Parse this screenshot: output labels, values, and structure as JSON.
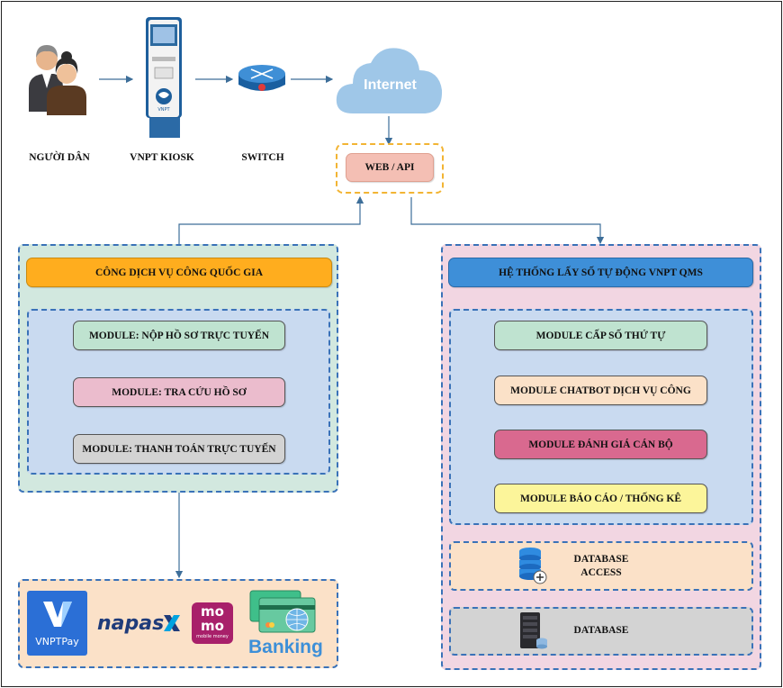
{
  "top_row": {
    "citizen_label": "NGƯỜI DÂN",
    "kiosk_label": "VNPT KIOSK",
    "switch_label": "SWITCH",
    "cloud_label": "Internet",
    "web_api_label": "WEB / API"
  },
  "left_panel": {
    "title": "CÔNG DỊCH VỤ CÔNG QUỐC GIA",
    "modules": [
      "MODULE: NỘP HỒ SƠ TRỰC TUYẾN",
      "MODULE: TRA CỨU HỒ SƠ",
      "MODULE: THANH TOÁN TRỰC TUYẾN"
    ]
  },
  "right_panel": {
    "title": "HỆ THỐNG LẤY SỐ TỰ ĐỘNG VNPT QMS",
    "modules": [
      "MODULE CẤP SỐ THỨ TỰ",
      "MODULE CHATBOT DỊCH VỤ CÔNG",
      "MODULE ĐÁNH GIÁ CÁN BỘ",
      "MODULE BÁO CÁO / THỐNG KÊ"
    ],
    "db_access_line1": "DATABASE",
    "db_access_line2": "ACCESS",
    "database_label": "DATABASE"
  },
  "payments": {
    "vnptpay": "VNPTPay",
    "napas": "napas",
    "momo_top": "mo",
    "momo_bottom": "mo",
    "momo_small": "mobile money",
    "banking": "Banking"
  },
  "colors": {
    "left_bg": "#d2e8df",
    "left_border": "#3a72b8",
    "right_bg": "#f2d6e2",
    "inner_bg": "#c9daf0",
    "title_orange": "#ffad1e",
    "title_blue": "#3e8fd8",
    "mod_green": "#bfe3d0",
    "mod_pink": "#ebbccd",
    "mod_gray": "#d3d3d3",
    "mod_peach": "#fbe1c8",
    "mod_rose": "#d9698f",
    "mod_yellow": "#fcf59a",
    "web_api_fill": "#f4bfb4",
    "web_api_border": "#f2b433",
    "cloud": "#9fc7e8",
    "vnptpay": "#2b6fd6",
    "momo": "#a8206a",
    "napas": "#1f3b7a"
  }
}
